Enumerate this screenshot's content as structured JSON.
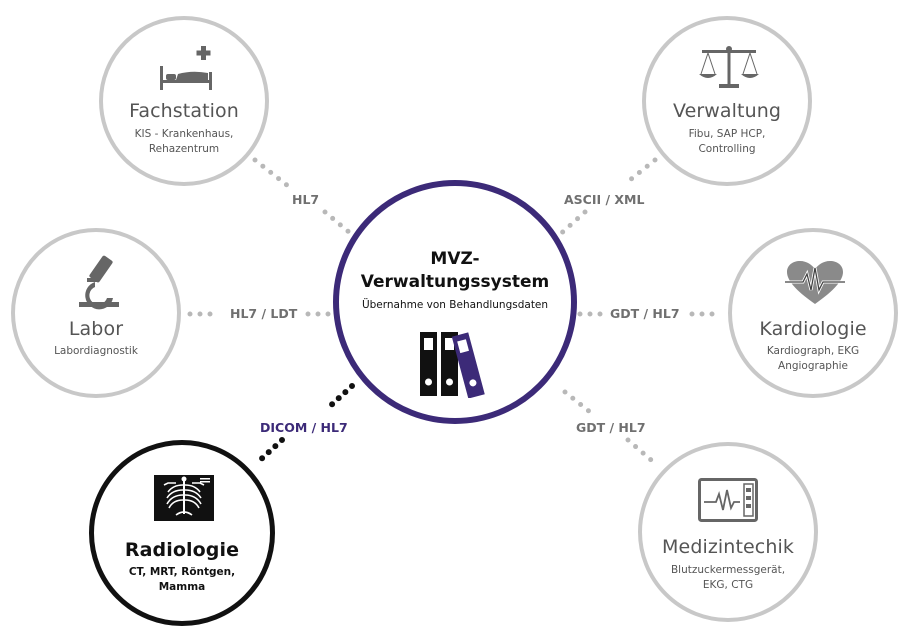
{
  "center": {
    "title_line1": "MVZ-",
    "title_line2": "Verwaltungssystem",
    "subtitle": "Übernahme von Behandlungsdaten"
  },
  "nodes": {
    "fachstation": {
      "title": "Fachstation",
      "subtitle": "KIS - Krankenhaus,\nRehazentrum",
      "icon": "hospital-bed-icon"
    },
    "verwaltung": {
      "title": "Verwaltung",
      "subtitle": "Fibu, SAP HCP,\nControlling",
      "icon": "scales-icon"
    },
    "labor": {
      "title": "Labor",
      "subtitle": "Labordiagnostik",
      "icon": "microscope-icon"
    },
    "kardiologie": {
      "title": "Kardiologie",
      "subtitle": "Kardiograph, EKG\nAngiographie",
      "icon": "heart-ecg-icon"
    },
    "radiologie": {
      "title": "Radiologie",
      "subtitle": "CT, MRT, Röntgen,\nMamma",
      "icon": "xray-icon"
    },
    "medizintechik": {
      "title": "Medizintechik",
      "subtitle": "Blutzuckermessgerät,\nEKG, CTG",
      "icon": "monitor-icon"
    }
  },
  "connections": {
    "fachstation": "HL7",
    "verwaltung": "ASCII / XML",
    "labor": "HL7 / LDT",
    "kardiologie": "GDT / HL7",
    "radiologie": "DICOM / HL7",
    "medizintechik": "GDT / HL7"
  },
  "colors": {
    "accent_purple": "#3c2a78",
    "node_border_grey": "#c8c8c8",
    "highlight_black": "#111111",
    "connector_grey": "#b8b8b8"
  }
}
